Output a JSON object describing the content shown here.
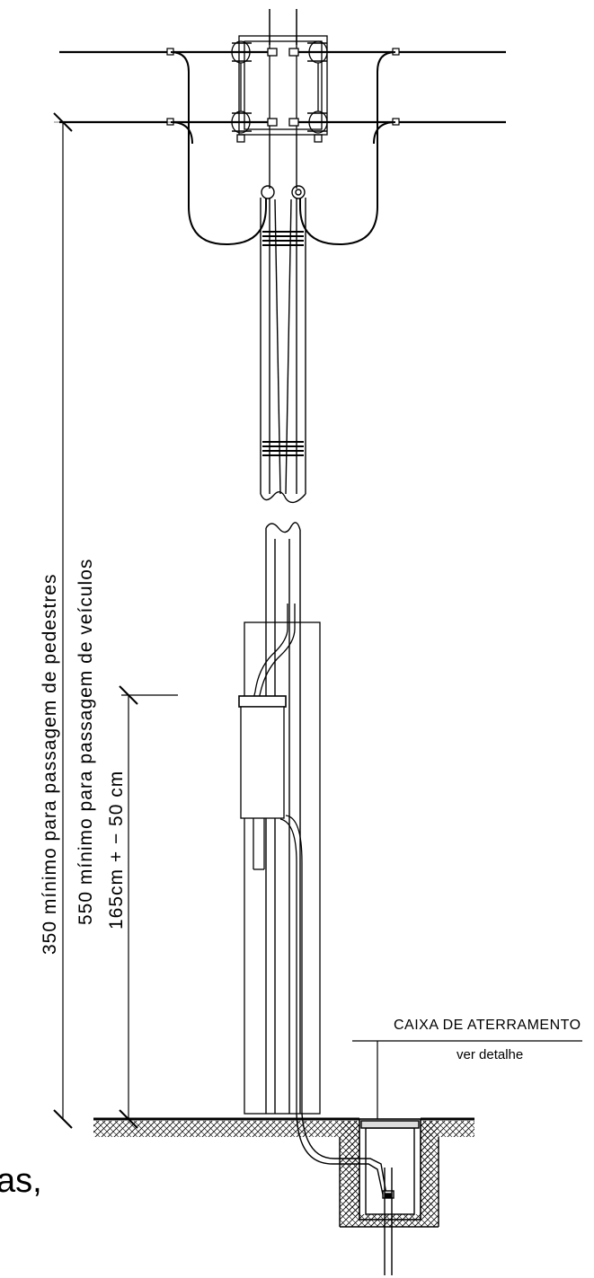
{
  "labels": {
    "min_pedestrian": "350  mínimo  para  passagem  de  pedestres",
    "min_vehicle": "550  mínimo  para  passagem  de  veículos",
    "height_meter": "165cm  +  −  50  cm",
    "grounding_box": "CAIXA DE ATERRAMENTO",
    "see_detail": "ver detalhe",
    "page_fragment": "as,"
  }
}
